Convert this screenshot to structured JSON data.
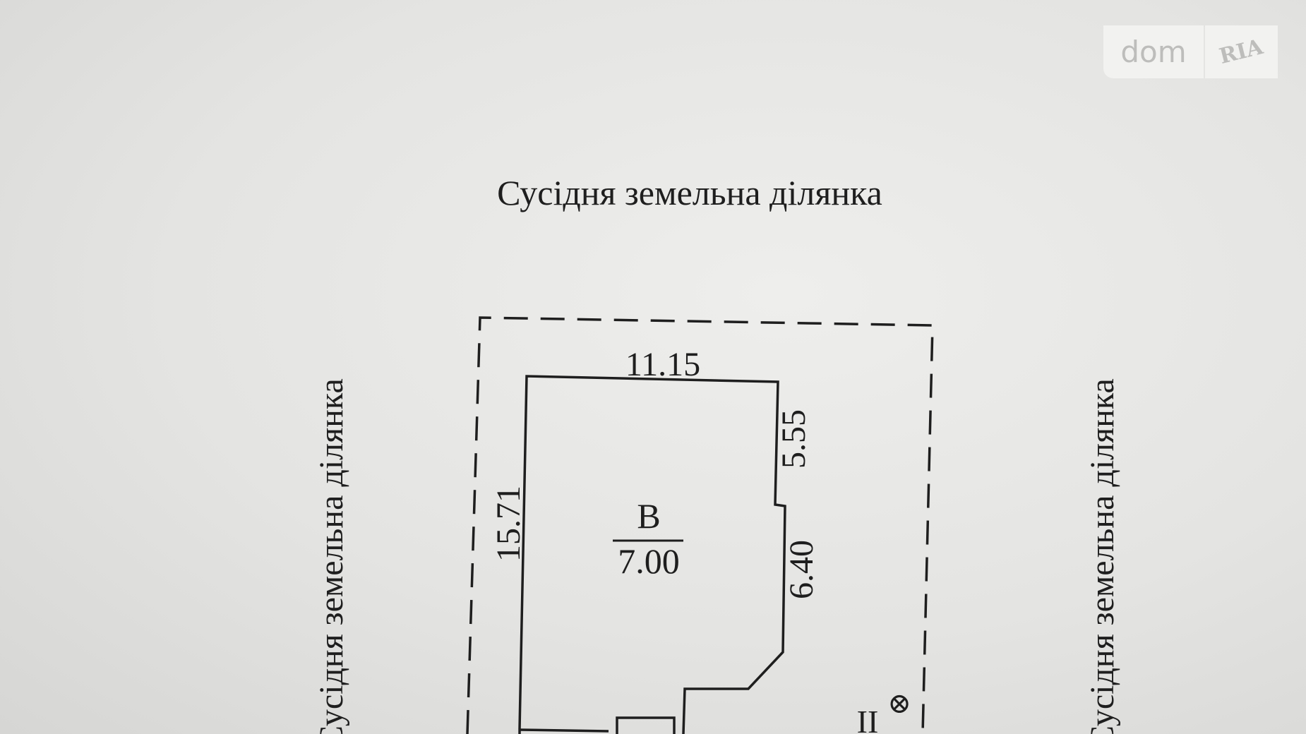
{
  "document": {
    "top_label": "Сусідня земельна ділянка",
    "left_label": "Сусідня земельна ділянка",
    "right_label": "Сусідня земельна ділянка",
    "building": {
      "letter": "В",
      "height": "7.00",
      "dimensions": {
        "top": "11.15",
        "left": "15.71",
        "right_upper": "5.55",
        "right_lower": "6.40"
      }
    },
    "marker": {
      "label": "II",
      "symbol": "⊗"
    }
  },
  "watermark": {
    "brand": "dom",
    "brand2": "RIA"
  }
}
